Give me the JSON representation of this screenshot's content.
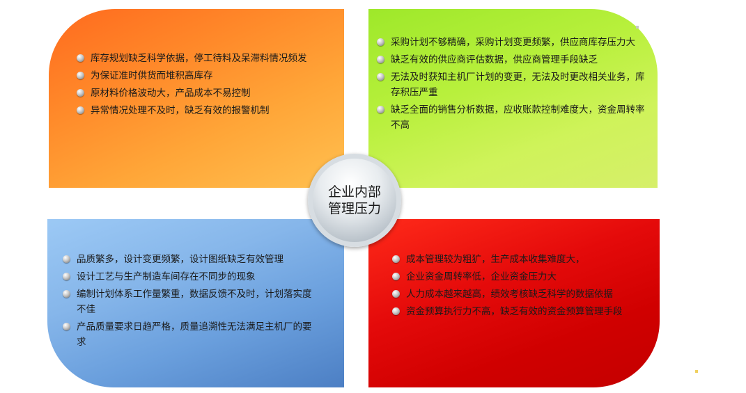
{
  "center": {
    "line1": "企业内部",
    "line2": "管理压力"
  },
  "top_left": {
    "color": "#ff8a2a",
    "items": [
      "库存规划缺乏科学依据，停工待料及呆滞料情况频发",
      "为保证准时供货而堆积高库存",
      "原材料价格波动大，产品成本不易控制",
      "异常情况处理不及时，缺乏有效的报警机制"
    ]
  },
  "top_right": {
    "color": "#b8f03c",
    "items": [
      "采购计划不够精确，采购计划变更频繁，供应商库存压力大",
      "缺乏有效的供应商评估数据，供应商管理手段缺乏",
      "无法及时获知主机厂计划的变更，无法及时更改相关业务，库存积压严重",
      "缺乏全面的销售分析数据，应收账款控制难度大，资金周转率不高"
    ]
  },
  "bottom_left": {
    "color": "#86b6ea",
    "items": [
      "品质繁多，设计变更频繁，设计图纸缺乏有效管理",
      "设计工艺与生产制造车间存在不同步的现象",
      "编制计划体系工作量繁重，数据反馈不及时，计划落实度不佳",
      "产品质量要求日趋严格，质量追溯性无法满足主机厂的要求"
    ]
  },
  "bottom_right": {
    "color": "#e40a0a",
    "items": [
      "成本管理较为粗犷，生产成本收集难度大，",
      "企业资金周转率低，企业资金压力大",
      "人力成本越来越高，绩效考核缺乏科学的数据依据",
      "资金预算执行力不高，缺乏有效的资金预算管理手段"
    ]
  }
}
